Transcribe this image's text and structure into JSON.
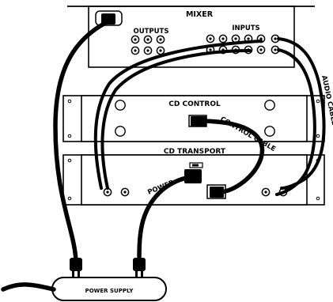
{
  "labels": {
    "mixer": "MIXER",
    "outputs": "OUTPUTS",
    "inputs": "INPUTS",
    "cd_control": "CD CONTROL",
    "control_cable": "CONTROL CABLE",
    "cd_transport": "CD TRANSPORT",
    "power": "POWER",
    "audio_cable": "AUDIO CABLE",
    "power_supply": "POWER SUPPLY"
  }
}
